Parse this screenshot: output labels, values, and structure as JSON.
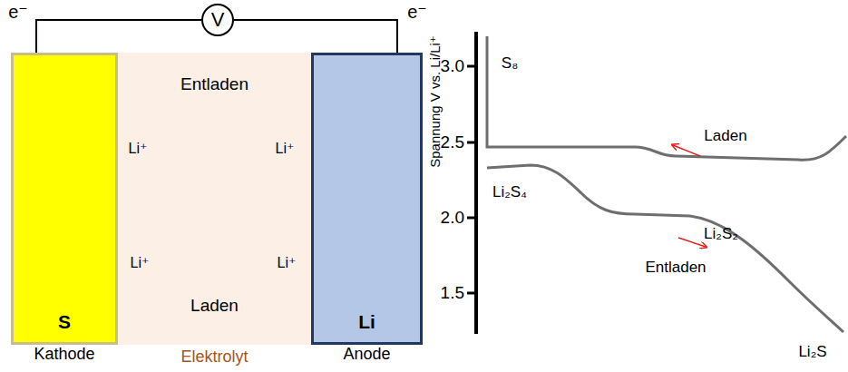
{
  "diagram": {
    "nodes": [
      {
        "text": [
          "V"
        ]
      },
      {
        "text": [
          "S",
          "Kathode"
        ]
      },
      {
        "text": [
          "Entladen",
          "Laden",
          "Elektrolyt"
        ]
      },
      {
        "text": [
          "Li",
          "Anode"
        ]
      }
    ],
    "edges": [
      {
        "from": 1,
        "to": 0,
        "arrow": "none"
      },
      {
        "from": 0,
        "to": 3,
        "arrow": "none"
      }
    ],
    "labels": [
      "e⁻",
      "e⁻",
      "Li⁺",
      "Li⁺",
      "Li⁺",
      "Li⁺",
      "Spannung V vs. Li/Li⁺",
      "3.0",
      "2.5",
      "2.0",
      "1.5",
      "S₈",
      "Li₂S₄",
      "Li₂S₂",
      "Li₂S",
      "Laden",
      "Entladen"
    ]
  }
}
